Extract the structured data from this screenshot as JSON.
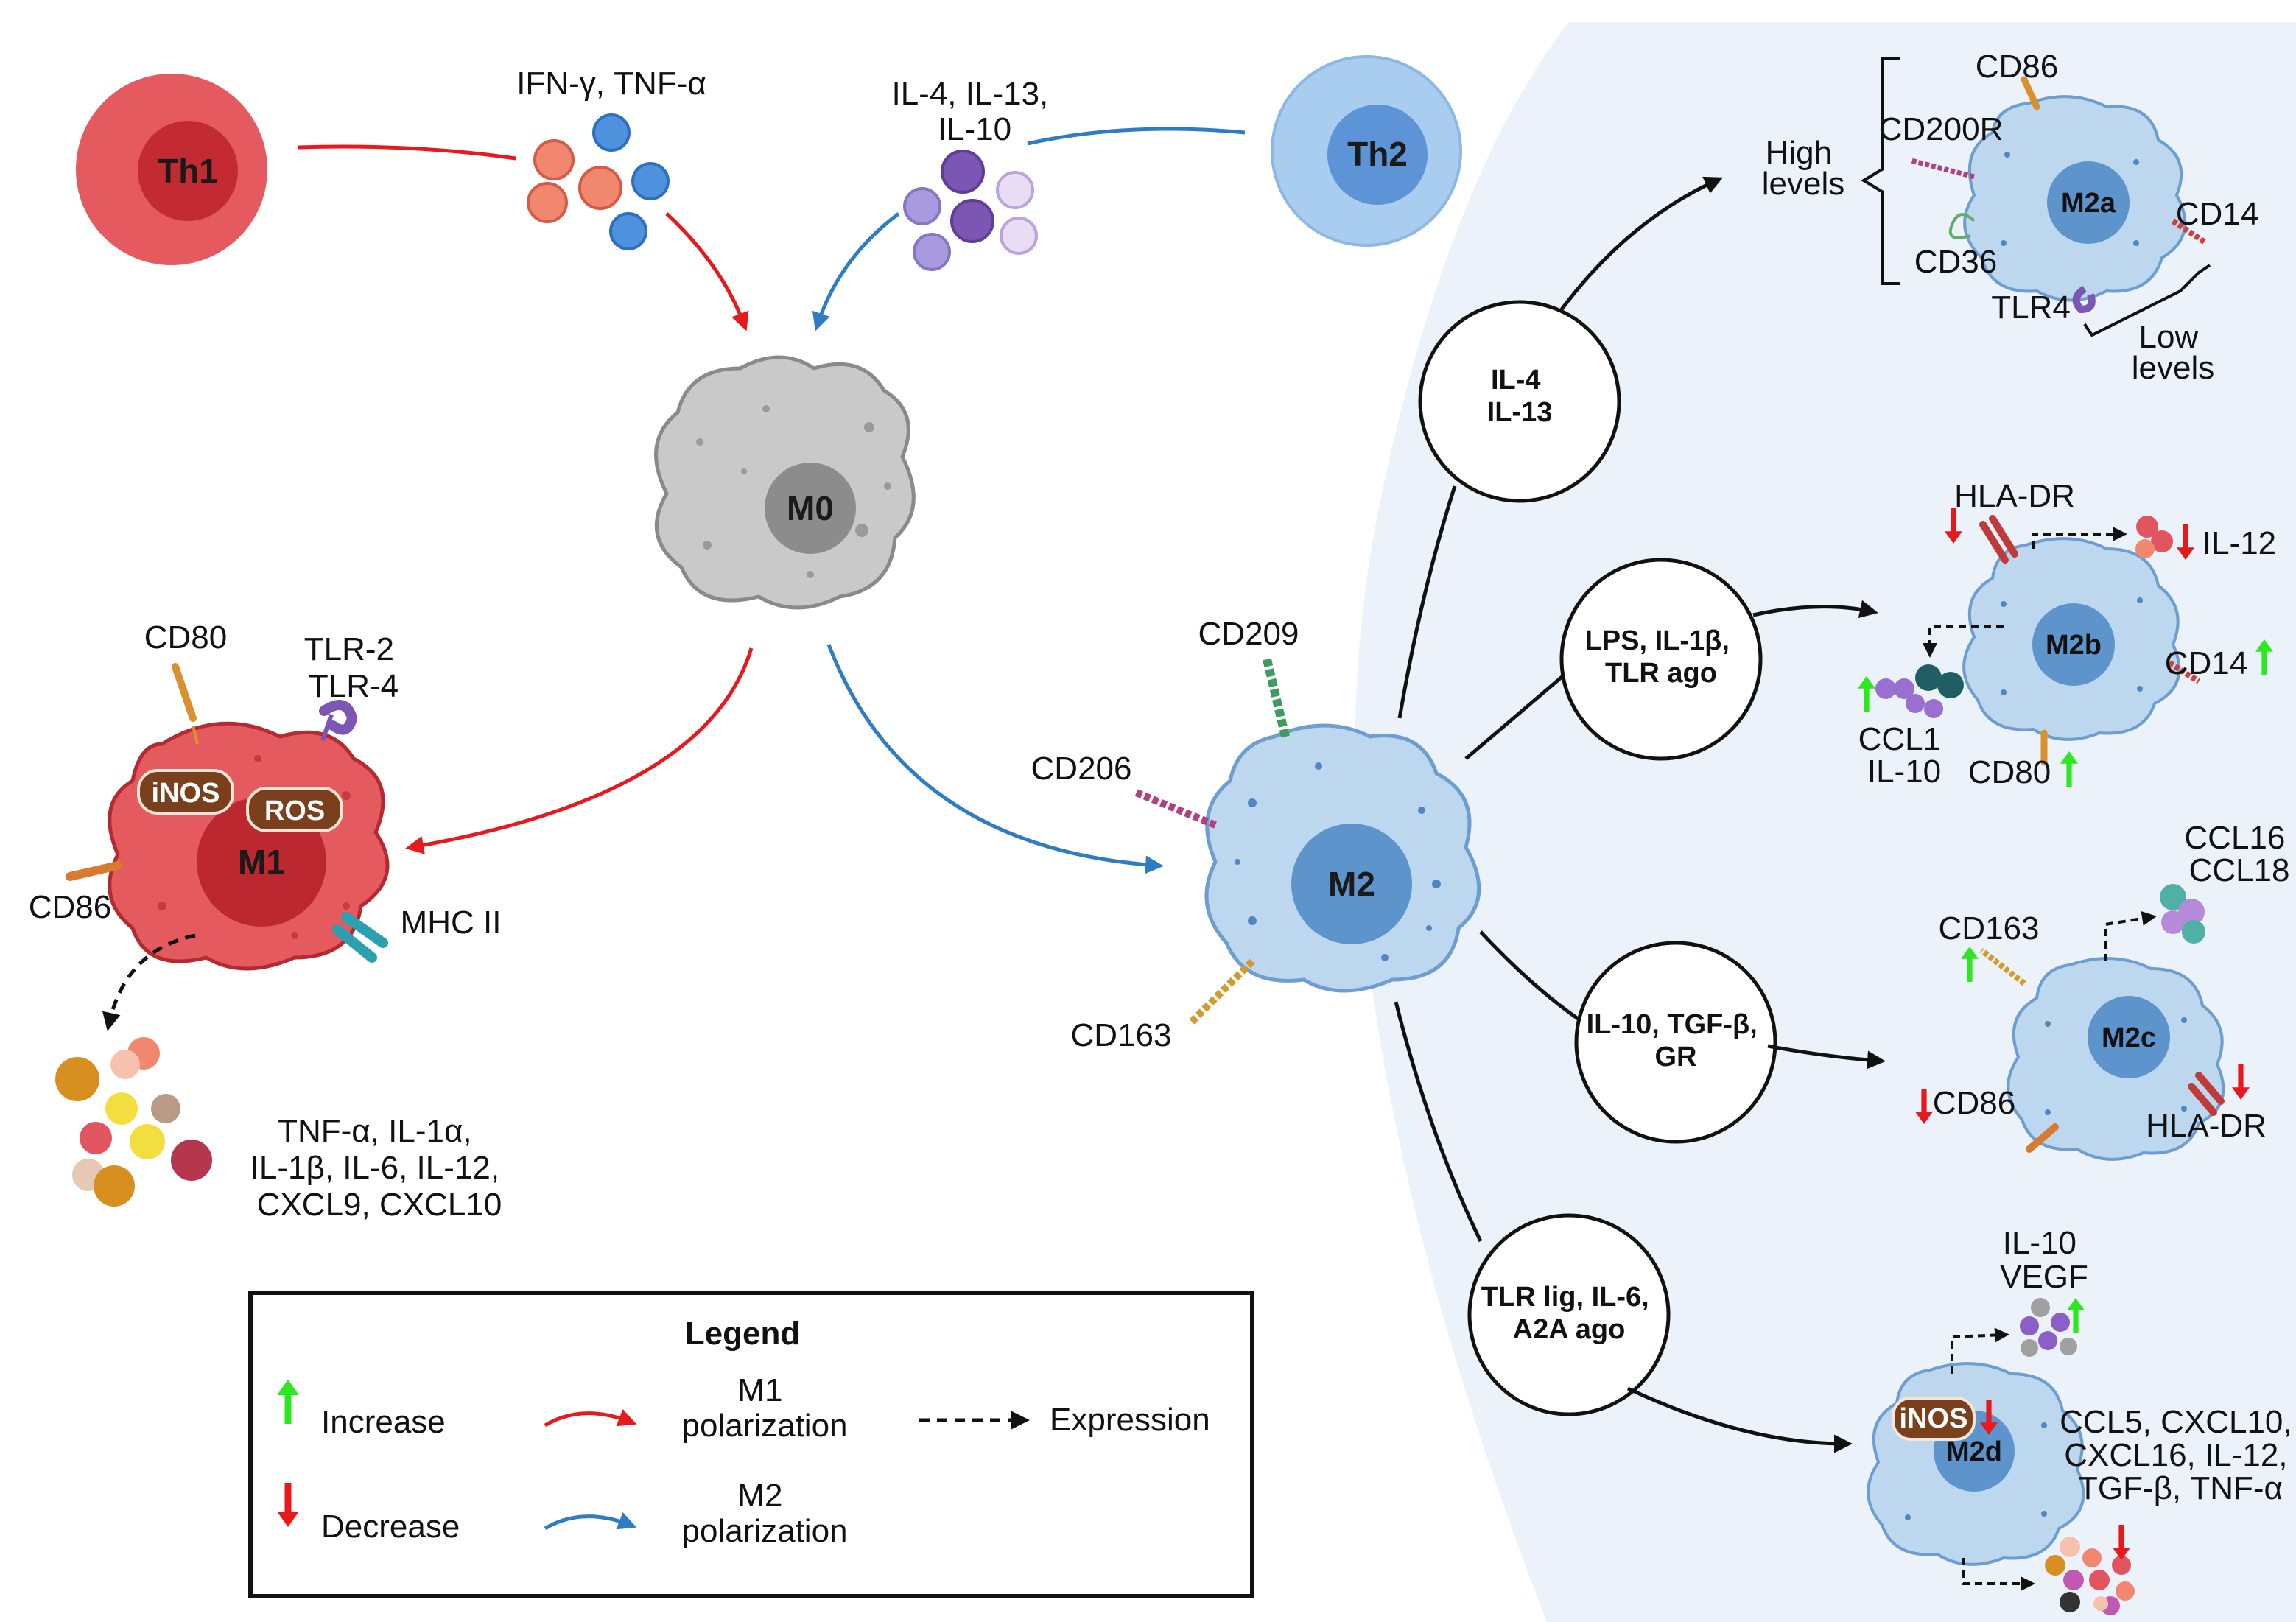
{
  "cells": {
    "th1": "Th1",
    "th2": "Th2",
    "m0": "M0",
    "m1": "M1",
    "m2": "M2",
    "m2a": "M2a",
    "m2b": "M2b",
    "m2c": "M2c",
    "m2d": "M2d"
  },
  "th1_cytokines": "IFN-γ, TNF-α",
  "th2_cytokines": [
    "IL-4, IL-13,",
    "IL-10"
  ],
  "m1": {
    "markers": {
      "cd80": "CD80",
      "tlr": [
        "TLR-2",
        "TLR-4"
      ],
      "cd86": "CD86",
      "mhc": "MHC II"
    },
    "inos": "iNOS",
    "ros": "ROS",
    "secreted": [
      "TNF-α, IL-1α,",
      "IL-1β, IL-6, IL-12,",
      "CXCL9, CXCL10"
    ]
  },
  "m2": {
    "markers": {
      "cd209": "CD209",
      "cd206": "CD206",
      "cd163": "CD163"
    }
  },
  "stimuli": {
    "m2a": [
      "IL-4",
      "IL-13"
    ],
    "m2b": [
      "LPS, IL-1β,",
      "TLR ago"
    ],
    "m2c": [
      "IL-10, TGF-β,",
      "GR"
    ],
    "m2d": [
      "TLR lig, IL-6,",
      "A2A ago"
    ]
  },
  "m2a": {
    "high": [
      "High",
      "levels"
    ],
    "low": [
      "Low",
      "levels"
    ],
    "cd86": "CD86",
    "cd200r": "CD200R",
    "cd14": "CD14",
    "cd36": "CD36",
    "tlr4": "TLR4"
  },
  "m2b": {
    "hladr": "HLA-DR",
    "il12": "IL-12",
    "cd14": "CD14",
    "ccl1": [
      "CCL1",
      "IL-10"
    ],
    "cd80": "CD80"
  },
  "m2c": {
    "ccl": [
      "CCL16",
      "CCL18"
    ],
    "cd163": "CD163",
    "cd86": "CD86",
    "hladr": "HLA-DR"
  },
  "m2d": {
    "il10": [
      "IL-10",
      "VEGF"
    ],
    "inos": "iNOS",
    "secreted": [
      "CCL5, CXCL10,",
      "CXCL16, IL-12,",
      "TGF-β, TNF-α"
    ]
  },
  "legend": {
    "title": "Legend",
    "increase": "Increase",
    "decrease": "Decrease",
    "m1": [
      "M1",
      "polarization"
    ],
    "m2": [
      "M2",
      "polarization"
    ],
    "expression": "Expression"
  },
  "colors": {
    "m1_arrow": "#e8191c",
    "m2_arrow": "#2f7cc3",
    "increase": "#2ee81f",
    "decrease": "#e8191c",
    "panel_bg": "#ebf2fa"
  }
}
